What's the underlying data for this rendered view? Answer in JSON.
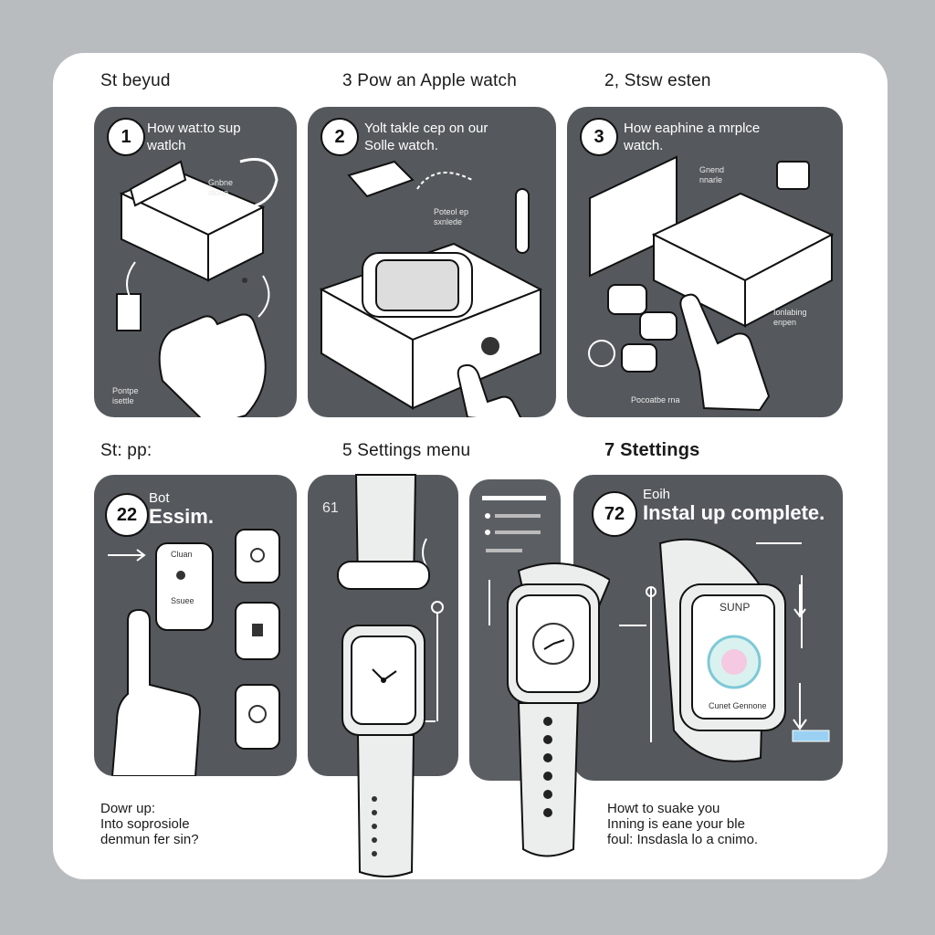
{
  "headings": {
    "top_left": "St beyud",
    "top_center": "3 Pow an Apple watch",
    "top_right": "2, Stsw esten",
    "mid_left": "St: pp:",
    "mid_center": "5 Settings menu",
    "mid_right": "7 Stettings"
  },
  "panels": {
    "p1": {
      "number": "1",
      "title_line1": "How wat:to sup",
      "title_line2": "watlch",
      "label_a_line1": "Gnbne",
      "label_a_line2": "stone",
      "label_b_line1": "Pontpe",
      "label_b_line2": "isettle"
    },
    "p2": {
      "number": "2",
      "title_line1": "Yolt takle cep on our",
      "title_line2": "Solle watch.",
      "label_a_line1": "Poteol ep",
      "label_a_line2": "sxnlede"
    },
    "p3": {
      "number": "3",
      "title_line1": "How eaphine a mrplce",
      "title_line2": "watch.",
      "label_a_line1": "Gnend",
      "label_a_line2": "nnarle",
      "label_b_line1": "Ionlabing",
      "label_b_line2": "enpen",
      "label_c": "Pocoatbe rna"
    },
    "p4": {
      "number": "22",
      "title_line1": "Bot",
      "title_line2": "Essim.",
      "screen_a_line1": "Cluan",
      "screen_a_line2": "Ssuee"
    },
    "p5": {
      "number": "61"
    },
    "p7": {
      "number": "72",
      "title_line1": "Eoih",
      "title_line2": "Instal up complete.",
      "screen_label": "SUNP",
      "screen_caption": "Cunet Gennone"
    }
  },
  "footer": {
    "left_line1": "Dowr up:",
    "left_line2": "Into soprosiole",
    "left_line3": "denmun fer sin?",
    "right_line1": "Howt to suake you",
    "right_line2": "Inning is eane your ble",
    "right_line3": "foul: Insdasla lo a cnimo."
  },
  "colors": {
    "panel": "#55595d",
    "sheet": "#ffffff",
    "background": "#b9bcbf"
  }
}
